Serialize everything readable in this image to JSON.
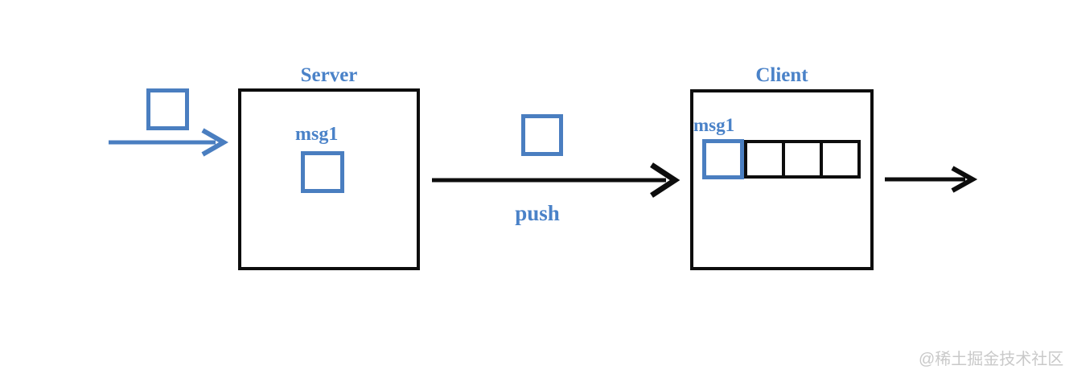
{
  "diagram": {
    "colors": {
      "accent_blue": "#4a7ec0",
      "label_blue": "#4a82c8",
      "line_black": "#0d0d0d",
      "watermark_gray": "#c9c9c9"
    },
    "server": {
      "title": "Server",
      "message_label": "msg1"
    },
    "client": {
      "title": "Client",
      "message_label": "msg1",
      "queue_slots": 3
    },
    "push_label": "push",
    "icons": [
      "input-arrow-icon",
      "push-arrow-icon",
      "output-arrow-icon"
    ],
    "watermark": "@稀土掘金技术社区"
  }
}
